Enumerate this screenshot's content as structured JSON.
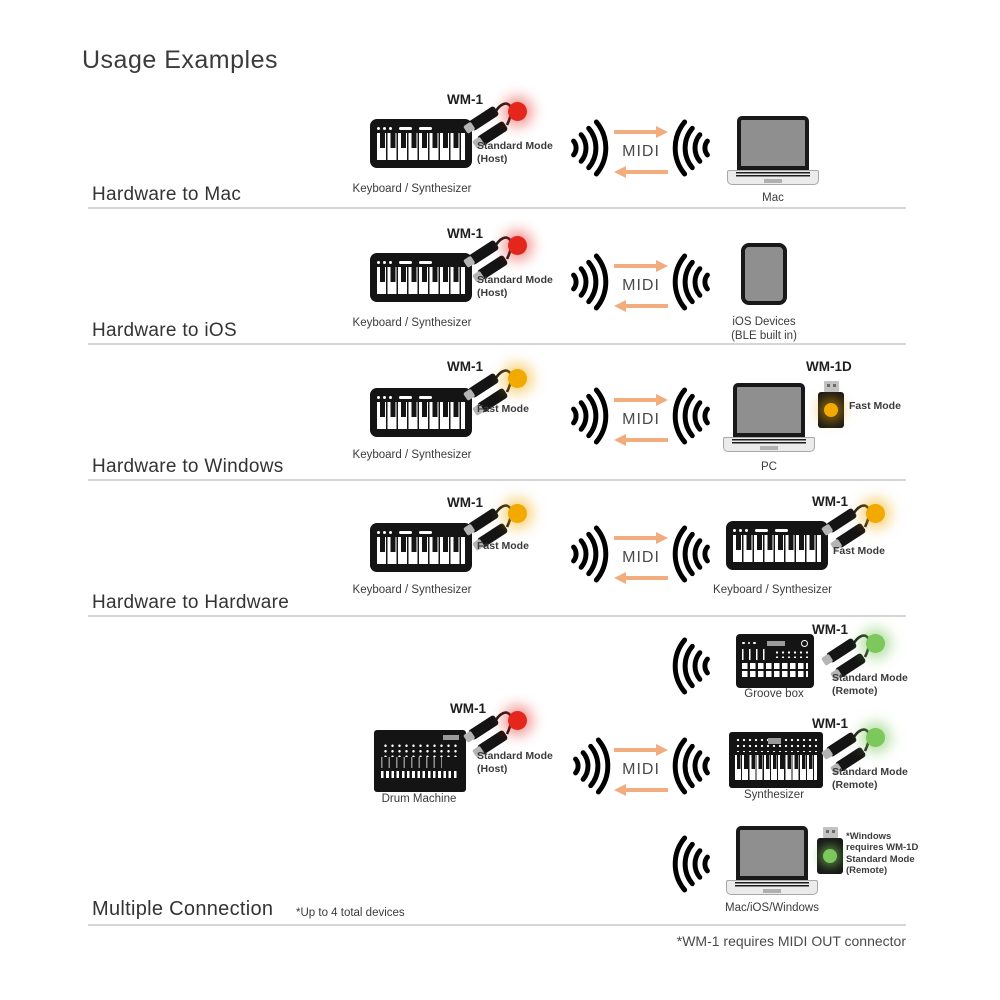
{
  "title": "Usage Examples",
  "footnote": "*WM-1 requires MIDI OUT connector",
  "midi": "MIDI",
  "adapter": {
    "wm1": "WM-1",
    "wm1d": "WM-1D"
  },
  "modes": {
    "standard": "Standard Mode",
    "host": "(Host)",
    "remote": "(Remote)",
    "fast": "Fast Mode"
  },
  "devices": {
    "keyboard": "Keyboard / Synthesizer",
    "mac": "Mac",
    "ios1": "iOS Devices",
    "ios2": "(BLE built in)",
    "pc": "PC",
    "groove": "Groove box",
    "drum": "Drum Machine",
    "synth": "Synthesizer",
    "computer": "Mac/iOS/Windows"
  },
  "sections": {
    "s1": "Hardware to Mac",
    "s2": "Hardware to iOS",
    "s3": "Hardware to Windows",
    "s4": "Hardware to Hardware",
    "s5": "Multiple Connection",
    "s5_note": "*Up to 4 total devices"
  },
  "windows_note": [
    "*Windows",
    "requires WM-1D",
    "Standard Mode",
    "(Remote)"
  ],
  "colors": {
    "led_red": "#e5261d",
    "led_yellow": "#f2a900",
    "led_green": "#7cc85c",
    "arrow": "#f2ad7e"
  }
}
